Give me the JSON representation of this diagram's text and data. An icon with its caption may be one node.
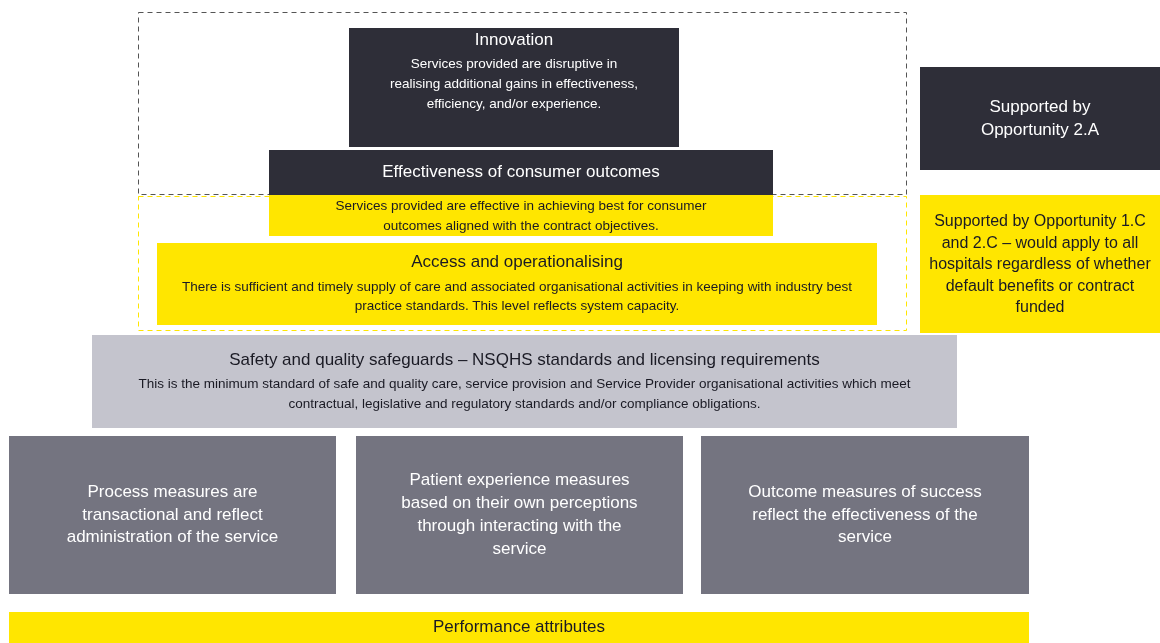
{
  "diagram": {
    "nodes": [
      {
        "text": [
          "Innovation",
          "Services provided are disruptive in realising additional gains in effectiveness, efficiency, and/or experience."
        ]
      },
      {
        "text": [
          "Effectiveness of consumer outcomes"
        ]
      },
      {
        "text": [
          "Services provided are effective in achieving best for consumer outcomes aligned with the contract objectives."
        ]
      },
      {
        "text": [
          "Access and operationalising",
          "There is sufficient and timely supply of care and associated organisational activities in keeping with industry best practice standards. This level reflects system capacity."
        ]
      },
      {
        "text": [
          "Safety and quality safeguards – NSQHS standards and licensing requirements",
          "This is the minimum standard of safe and quality care, service provision and Service Provider organisational activities which meet contractual, legislative and regulatory standards and/or compliance obligations."
        ]
      },
      {
        "text": [
          "Process measures are transactional and reflect administration of the service"
        ]
      },
      {
        "text": [
          "Patient experience measures based on their own perceptions through interacting with the service"
        ]
      },
      {
        "text": [
          "Outcome measures of success reflect the effectiveness of the service"
        ]
      },
      {
        "text": [
          "Performance attributes"
        ]
      },
      {
        "text": [
          "Supported by Opportunity 2.A"
        ]
      },
      {
        "text": [
          "Supported by Opportunity 1.C and 2.C – would apply to all hospitals regardless of whether default benefits or contract funded"
        ]
      }
    ]
  }
}
